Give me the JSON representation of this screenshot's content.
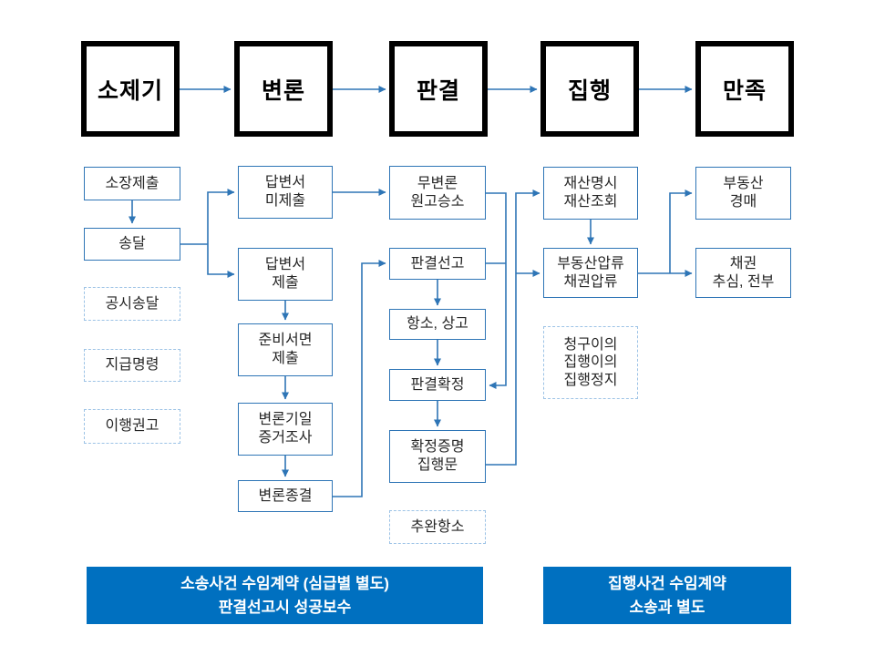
{
  "colors": {
    "stage_border": "#000000",
    "node_border": "#2E75B6",
    "light_node_border": "#9DC3E6",
    "connector_line": "#2E75B6",
    "contract_fill": "#0070C0",
    "contract_text": "#FFFFFF",
    "node_text": "#262626"
  },
  "stages": [
    {
      "label": "소제기"
    },
    {
      "label": "변론"
    },
    {
      "label": "판결"
    },
    {
      "label": "집행"
    },
    {
      "label": "만족"
    }
  ],
  "nodes": {
    "complaint_submission": "소장제출",
    "service": "송달",
    "service_by_publication": "공시송달",
    "payment_order": "지급명령",
    "performance_recommendation": "이행권고",
    "answer_not_filed": "답변서\n미제출",
    "answer_filed": "답변서\n제출",
    "brief_submission": "준비서면\n제출",
    "hearing_evidence": "변론기일\n증거조사",
    "argument_closing": "변론종결",
    "no_argument_plaintiff_win": "무변론\n원고승소",
    "judgment_pronouncement": "판결선고",
    "appeal": "항소, 상고",
    "judgment_final": "판결확정",
    "finality_certificate_writ": "확정증명\n집행문",
    "late_appeal": "추완항소",
    "property_disclosure_inquiry": "재산명시\n재산조회",
    "realestate_claim_seizure": "부동산압류\n채권압류",
    "objection_suspension": "청구이의\n집행이의\n집행정지",
    "realestate_auction": "부동산\n경매",
    "claim_collection_assignment": "채권\n추심, 전부"
  },
  "contracts": {
    "litigation": "소송사건 수임계약 (심급별 별도)\n판결선고시 성공보수",
    "execution": "집행사건 수임계약\n소송과 별도"
  }
}
